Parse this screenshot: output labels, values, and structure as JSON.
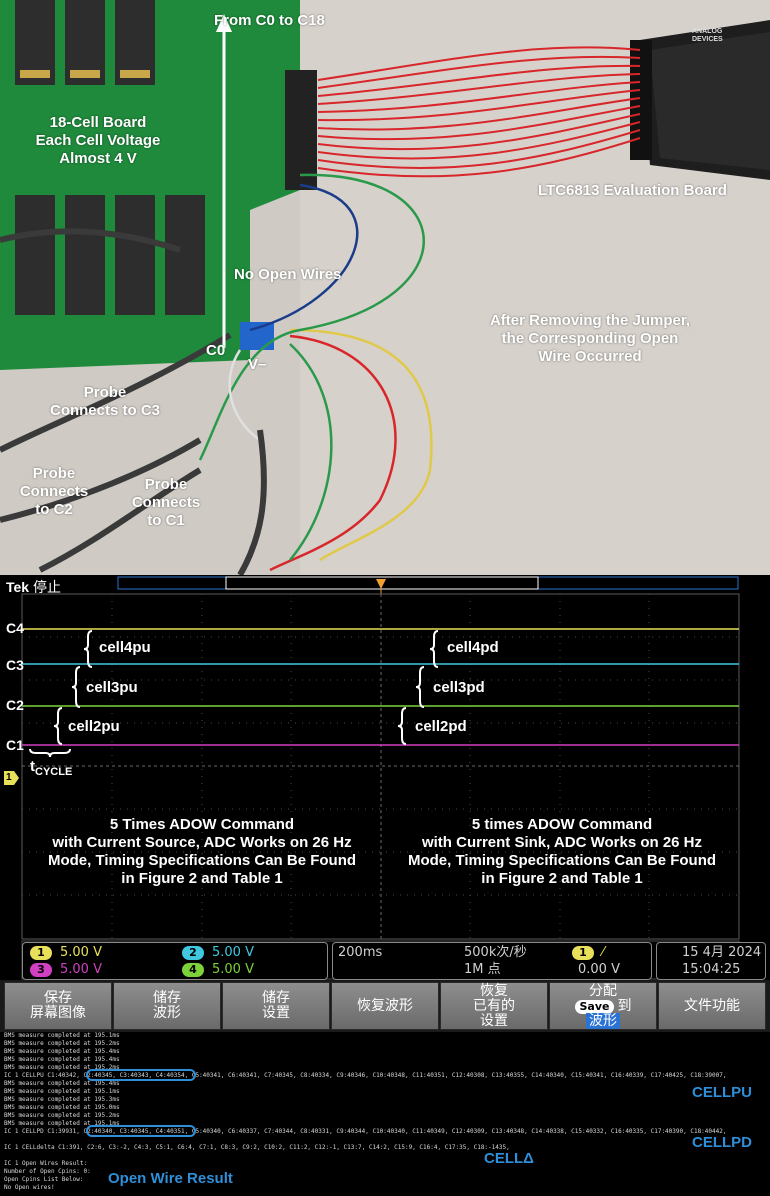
{
  "photo": {
    "labels": {
      "arrow_top": "From C0 to C18",
      "board": "18-Cell Board\nEach Cell Voltage\nAlmost 4 V",
      "eval_board": "LTC6813 Evaluation Board",
      "no_open": "No Open Wires",
      "after_remove": "After Removing the Jumper,\nthe Corresponding Open\nWire Occurred",
      "c0": "C0",
      "vminus": "V–",
      "probe_c3": "Probe\nConnects to C3",
      "probe_c2": "Probe\nConnects\nto C2",
      "probe_c1": "Probe\nConnects\nto C1",
      "logo_text": "ANALOG\nDEVICES"
    },
    "colors": {
      "pcb": "#1f8a3c",
      "wire_red": "#d8262a",
      "desk": "#d1ccc6"
    }
  },
  "scope": {
    "brand": "Tek",
    "status": "停止",
    "channel_labels": [
      "C4",
      "C3",
      "C2",
      "C1"
    ],
    "markers_left": [
      "cell4pu",
      "cell3pu",
      "cell2pu"
    ],
    "markers_right": [
      "cell4pd",
      "cell3pd",
      "cell2pd"
    ],
    "tcycle": {
      "main": "t",
      "sub": "CYCLE"
    },
    "trigger_level_marker": "1",
    "desc_left": "5 Times ADOW Command\nwith Current Source, ADC Works on 26 Hz\nMode, Timing Specifications Can Be Found\nin Figure 2 and Table 1",
    "desc_right": "5 times ADOW Command\nwith Current Sink, ADC Works on 26 Hz\nMode, Timing Specifications Can Be Found\nin Figure 2 and Table 1",
    "trace_colors": {
      "c1": "#d040c0",
      "c2": "#7cd23a",
      "c3": "#40c8e0",
      "c4": "#e8e05a"
    },
    "channels": [
      {
        "num": "1",
        "value": "5.00 V",
        "color": "#e8e05a"
      },
      {
        "num": "2",
        "value": "5.00 V",
        "color": "#40c8e0"
      },
      {
        "num": "3",
        "value": "5.00 V",
        "color": "#d040c0"
      },
      {
        "num": "4",
        "value": "5.00 V",
        "color": "#7cd23a"
      }
    ],
    "timebase": "200ms",
    "sample_rate": "500k次/秒",
    "record_length": "1M 点",
    "trigger_channel": "1",
    "trigger_slope": "⁄",
    "trigger_level": "0.00 V",
    "date": "15 4月 2024",
    "time": "15:04:25"
  },
  "menu": {
    "buttons": [
      {
        "line1": "保存",
        "line2": "屏幕图像"
      },
      {
        "line1": "储存",
        "line2": "波形"
      },
      {
        "line1": "储存",
        "line2": "设置"
      },
      {
        "line1": "恢复波形",
        "line2": ""
      },
      {
        "line1": "恢复",
        "line2": "已有的",
        "line3": "设置"
      },
      {
        "line1": "分配",
        "pill": "Save",
        "line2b": "到",
        "line3": "波形"
      },
      {
        "line1": "文件功能",
        "line2": ""
      }
    ]
  },
  "console": {
    "lines": [
      "BMS measure completed at 195.1ms",
      "BMS measure completed at 195.2ms",
      "BMS measure completed at 195.4ms",
      "BMS measure completed at 195.4ms",
      "BMS measure completed at 195.2ms",
      "IC 1 CELLPU  C1:40342, C2:40345, C3:40343, C4:40354, C5:40341, C6:40341, C7:40345, C8:40334, C9:40346, C10:40348, C11:40351, C12:40308, C13:40355, C14:40340, C15:40341, C16:40339, C17:40425, C18:39007,",
      "BMS measure completed at 195.4ms",
      "BMS measure completed at 195.1ms",
      "BMS measure completed at 195.3ms",
      "BMS measure completed at 195.0ms",
      "BMS measure completed at 195.2ms",
      "BMS measure completed at 195.1ms",
      "IC 1 CELLPD  C1:39931, C2:40340, C3:40345, C4:40351, C5:40340, C6:40337, C7:40344, C8:40331, C9:40344, C10:40340, C11:40349, C12:40309, C13:40348, C14:40338, C15:40332, C16:40335, C17:40390, C18:40442,",
      "",
      "IC 1 CELLdelta  C1:391, C2:6, C3:-2, C4:3, C5:1, C6:4, C7:1, C8:3, C9:2, C10:2, C11:2, C12:-1, C13:7, C14:2, C15:9, C16:4, C17:35, C18:-1435,",
      "",
      "IC 1 Open Wires Result:",
      "Number of Open Cpins: 0:",
      "Open Cpins List Below:",
      "No Open wires!"
    ],
    "labels": {
      "cellpu": "CELLPU",
      "cellpd": "CELLPD",
      "celldelta": "CELLΔ",
      "open_wire": "Open Wire Result"
    }
  }
}
